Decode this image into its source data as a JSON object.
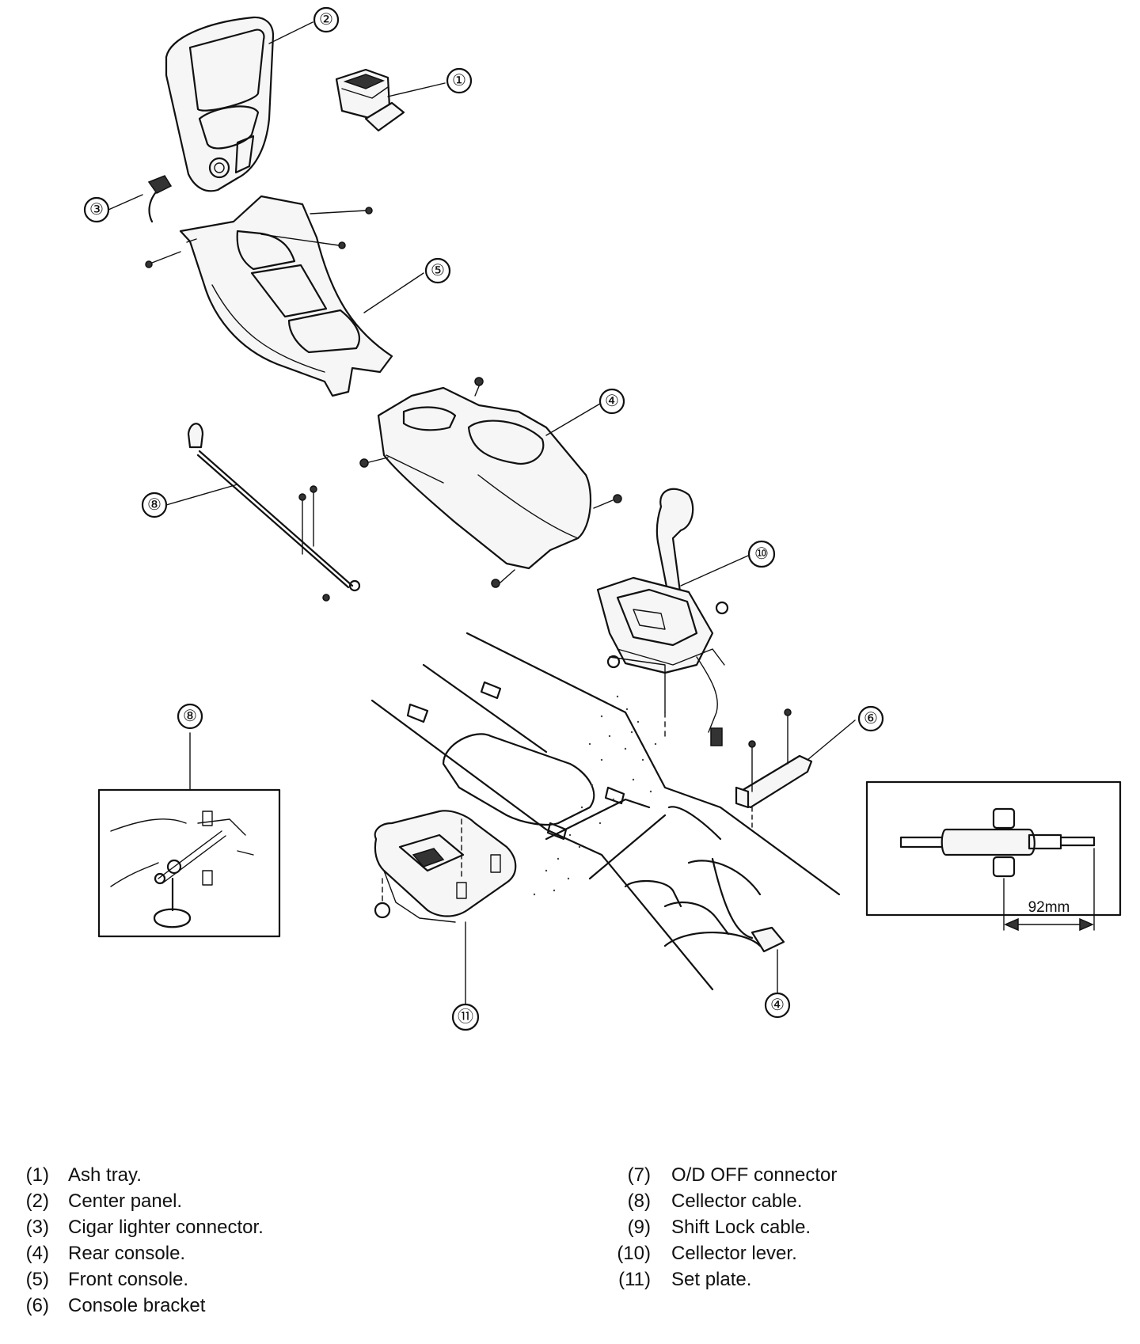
{
  "callouts": {
    "ash_tray": "①",
    "center_panel": "②",
    "cigar_lighter_connector": "③",
    "rear_console": "④",
    "front_console": "⑤",
    "console_bracket": "⑥",
    "cellector_cable_main": "⑧",
    "cellector_cable_inset": "⑧",
    "cellector_lever": "⑩",
    "set_plate": "⑪",
    "od_off_connector": "④"
  },
  "dimension": {
    "label": "92mm"
  },
  "legend": {
    "left": [
      {
        "num": "(1)",
        "text": "Ash tray."
      },
      {
        "num": "(2)",
        "text": "Center panel."
      },
      {
        "num": "(3)",
        "text": "Cigar lighter connector."
      },
      {
        "num": "(4)",
        "text": "Rear console."
      },
      {
        "num": "(5)",
        "text": "Front console."
      },
      {
        "num": "(6)",
        "text": "Console bracket"
      }
    ],
    "right": [
      {
        "num": "(7)",
        "text": "O/D OFF connector"
      },
      {
        "num": "(8)",
        "text": "Cellector cable."
      },
      {
        "num": "(9)",
        "text": "Shift Lock cable."
      },
      {
        "num": "(10)",
        "text": "Cellector lever."
      },
      {
        "num": "(11)",
        "text": "Set plate."
      }
    ]
  }
}
